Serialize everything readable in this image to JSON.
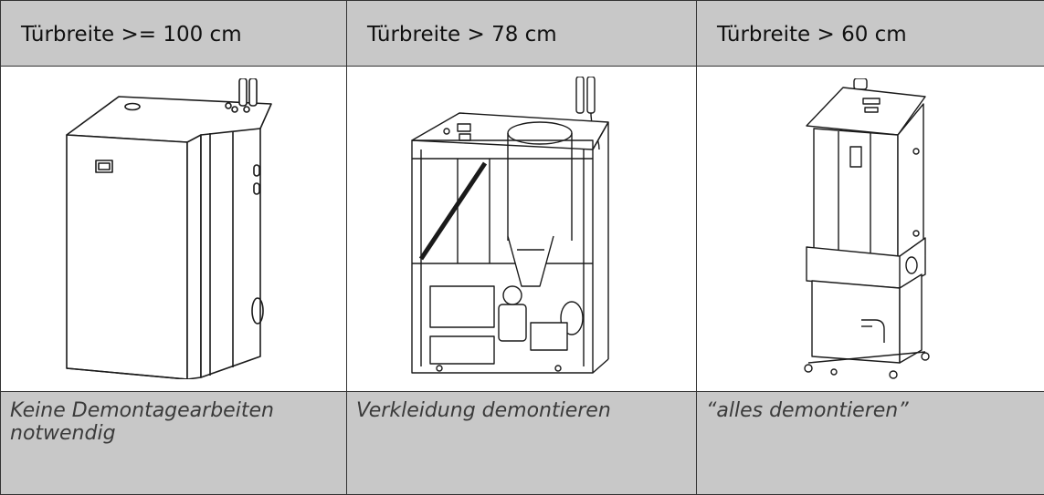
{
  "headers": [
    "Türbreite >= 100 cm",
    "Türbreite > 78 cm",
    "Türbreite > 60 cm"
  ],
  "descriptions": [
    "Keine Demontagearbeiten notwendig",
    "Verkleidung demontieren",
    "“alles demontieren”"
  ]
}
